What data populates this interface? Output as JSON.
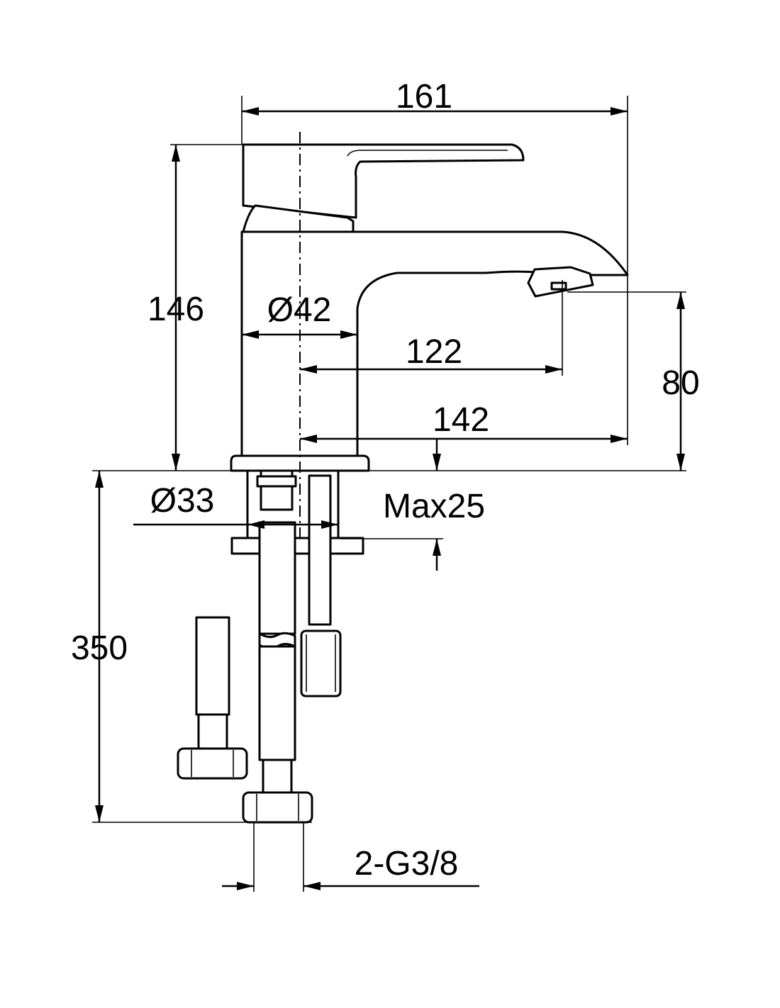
{
  "dimensions": {
    "overall_length": "161",
    "overall_height": "146",
    "body_diameter": "Ø42",
    "spout_reach_center_to_aerator": "122",
    "spout_reach_center_to_tip": "142",
    "spout_height": "80",
    "shank_diameter": "Ø33",
    "max_counter_thickness": "Max25",
    "hose_length": "350",
    "hose_thread": "2-G3/8"
  },
  "colors": {
    "line": "#000000",
    "background": "#ffffff",
    "braid": "#8a8a8a"
  }
}
